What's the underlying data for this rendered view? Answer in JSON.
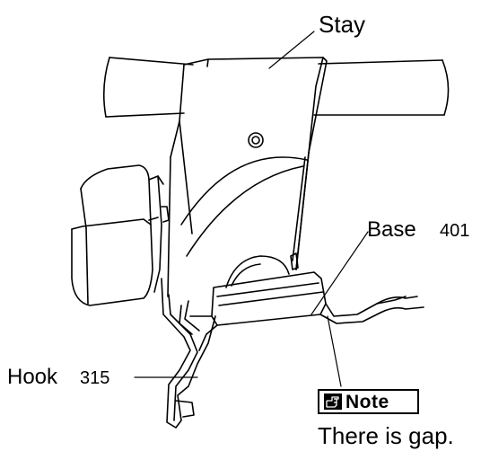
{
  "labels": {
    "stay": "Stay",
    "base": "Base",
    "base_number": "401",
    "hook": "Hook",
    "hook_number": "315",
    "note": "Note",
    "gap_text": "There is gap."
  },
  "icons": {
    "note": "hand-pointing-icon"
  },
  "colors": {
    "line": "#000000",
    "background": "#ffffff"
  }
}
